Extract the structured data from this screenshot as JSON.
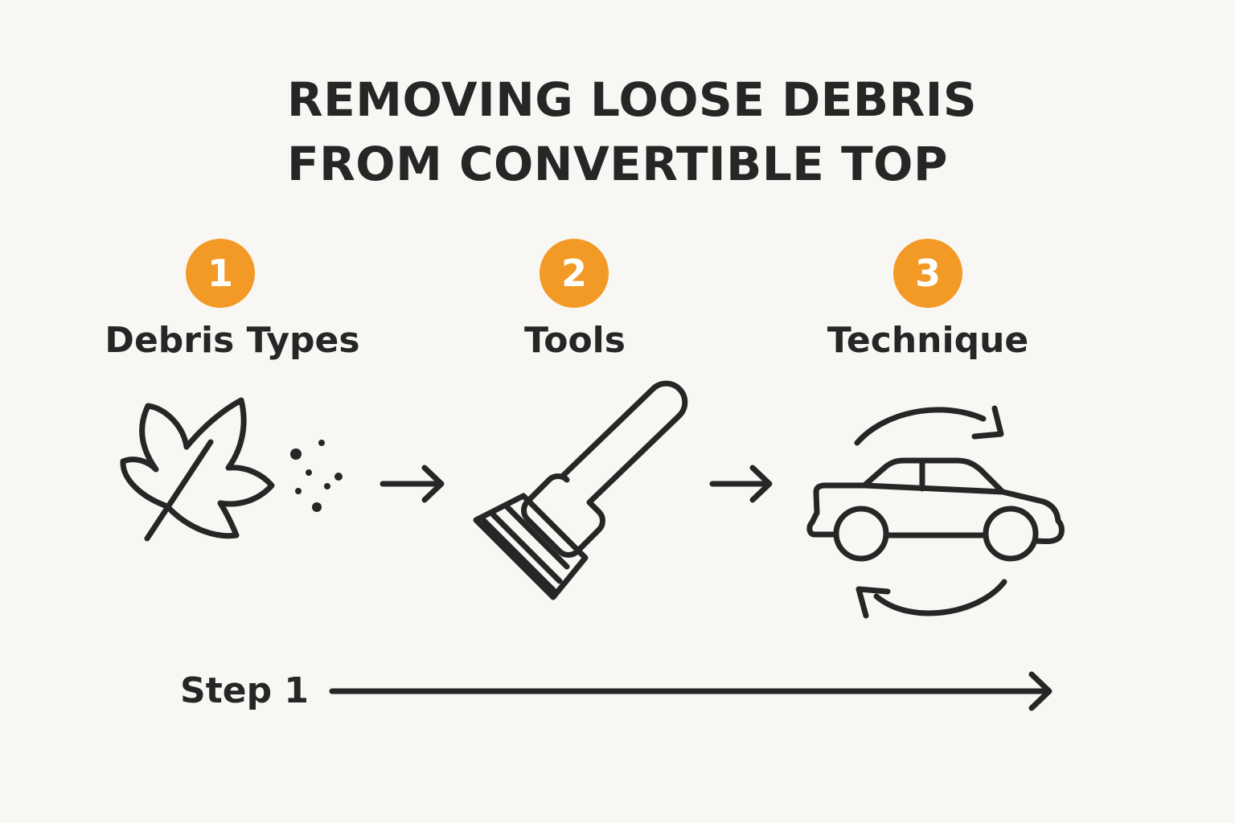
{
  "title": {
    "line1": "REMOVING LOOSE DEBRIS",
    "line2": "FROM CONVERTIBLE TOP"
  },
  "steps": [
    {
      "number": "1",
      "label": "Debris Types",
      "icon": "leaf-icon"
    },
    {
      "number": "2",
      "label": "Tools",
      "icon": "brush-icon"
    },
    {
      "number": "3",
      "label": "Technique",
      "icon": "car-rotate-icon"
    }
  ],
  "timeline": {
    "label": "Step 1"
  },
  "colors": {
    "accent": "#f39a26",
    "ink": "#262626",
    "background": "#f9f7f3"
  }
}
